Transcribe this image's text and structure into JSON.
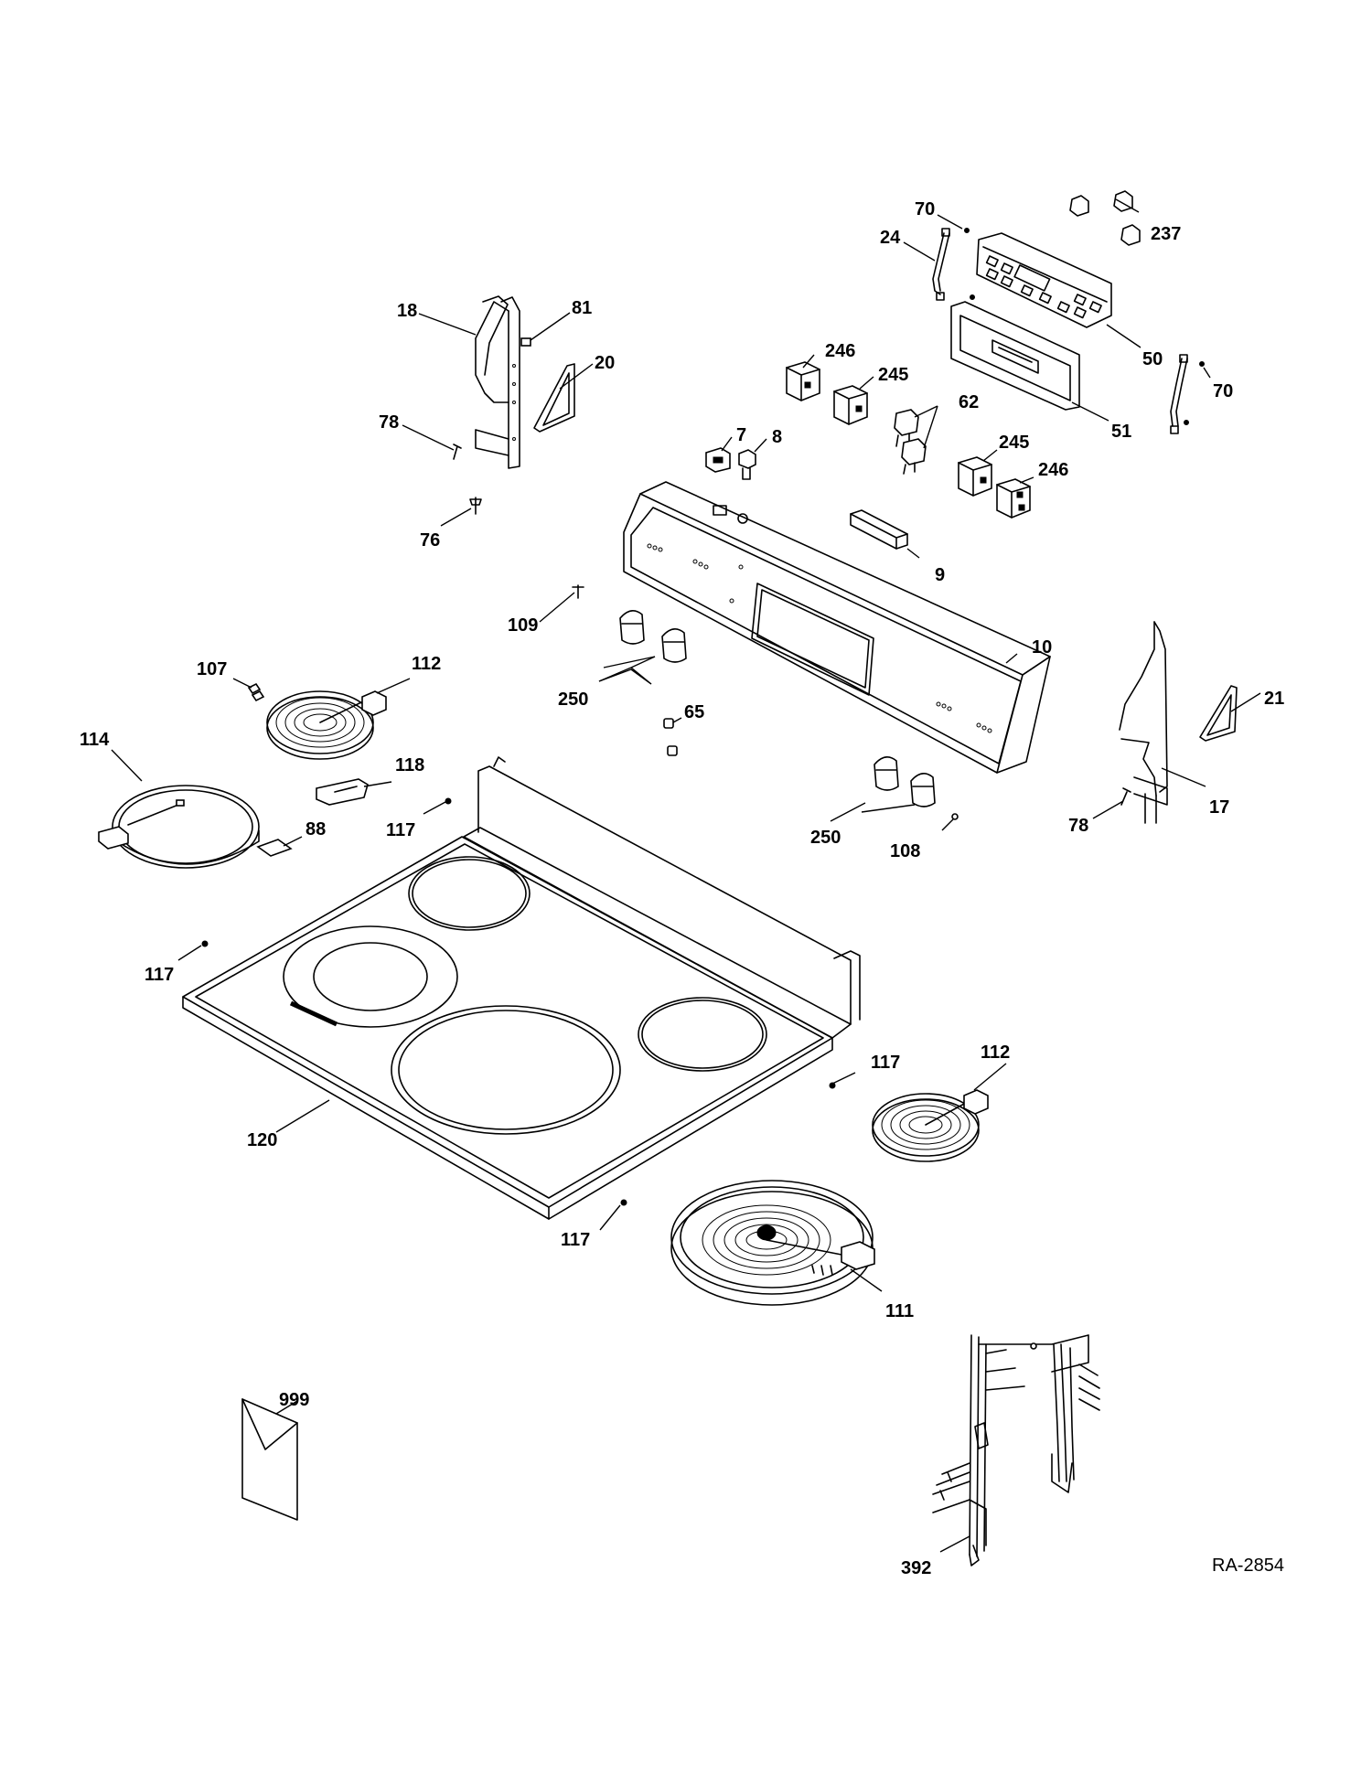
{
  "diagram": {
    "labels": [
      "70",
      "237",
      "24",
      "50",
      "51",
      "70",
      "18",
      "81",
      "20",
      "78",
      "76",
      "246",
      "245",
      "62",
      "7",
      "8",
      "245",
      "246",
      "9",
      "109",
      "10",
      "21",
      "17",
      "78",
      "107",
      "112",
      "250",
      "65",
      "114",
      "118",
      "88",
      "117",
      "250",
      "108",
      "117",
      "120",
      "117",
      "112",
      "117",
      "111",
      "999",
      "392"
    ],
    "reference": "RA-2854"
  }
}
